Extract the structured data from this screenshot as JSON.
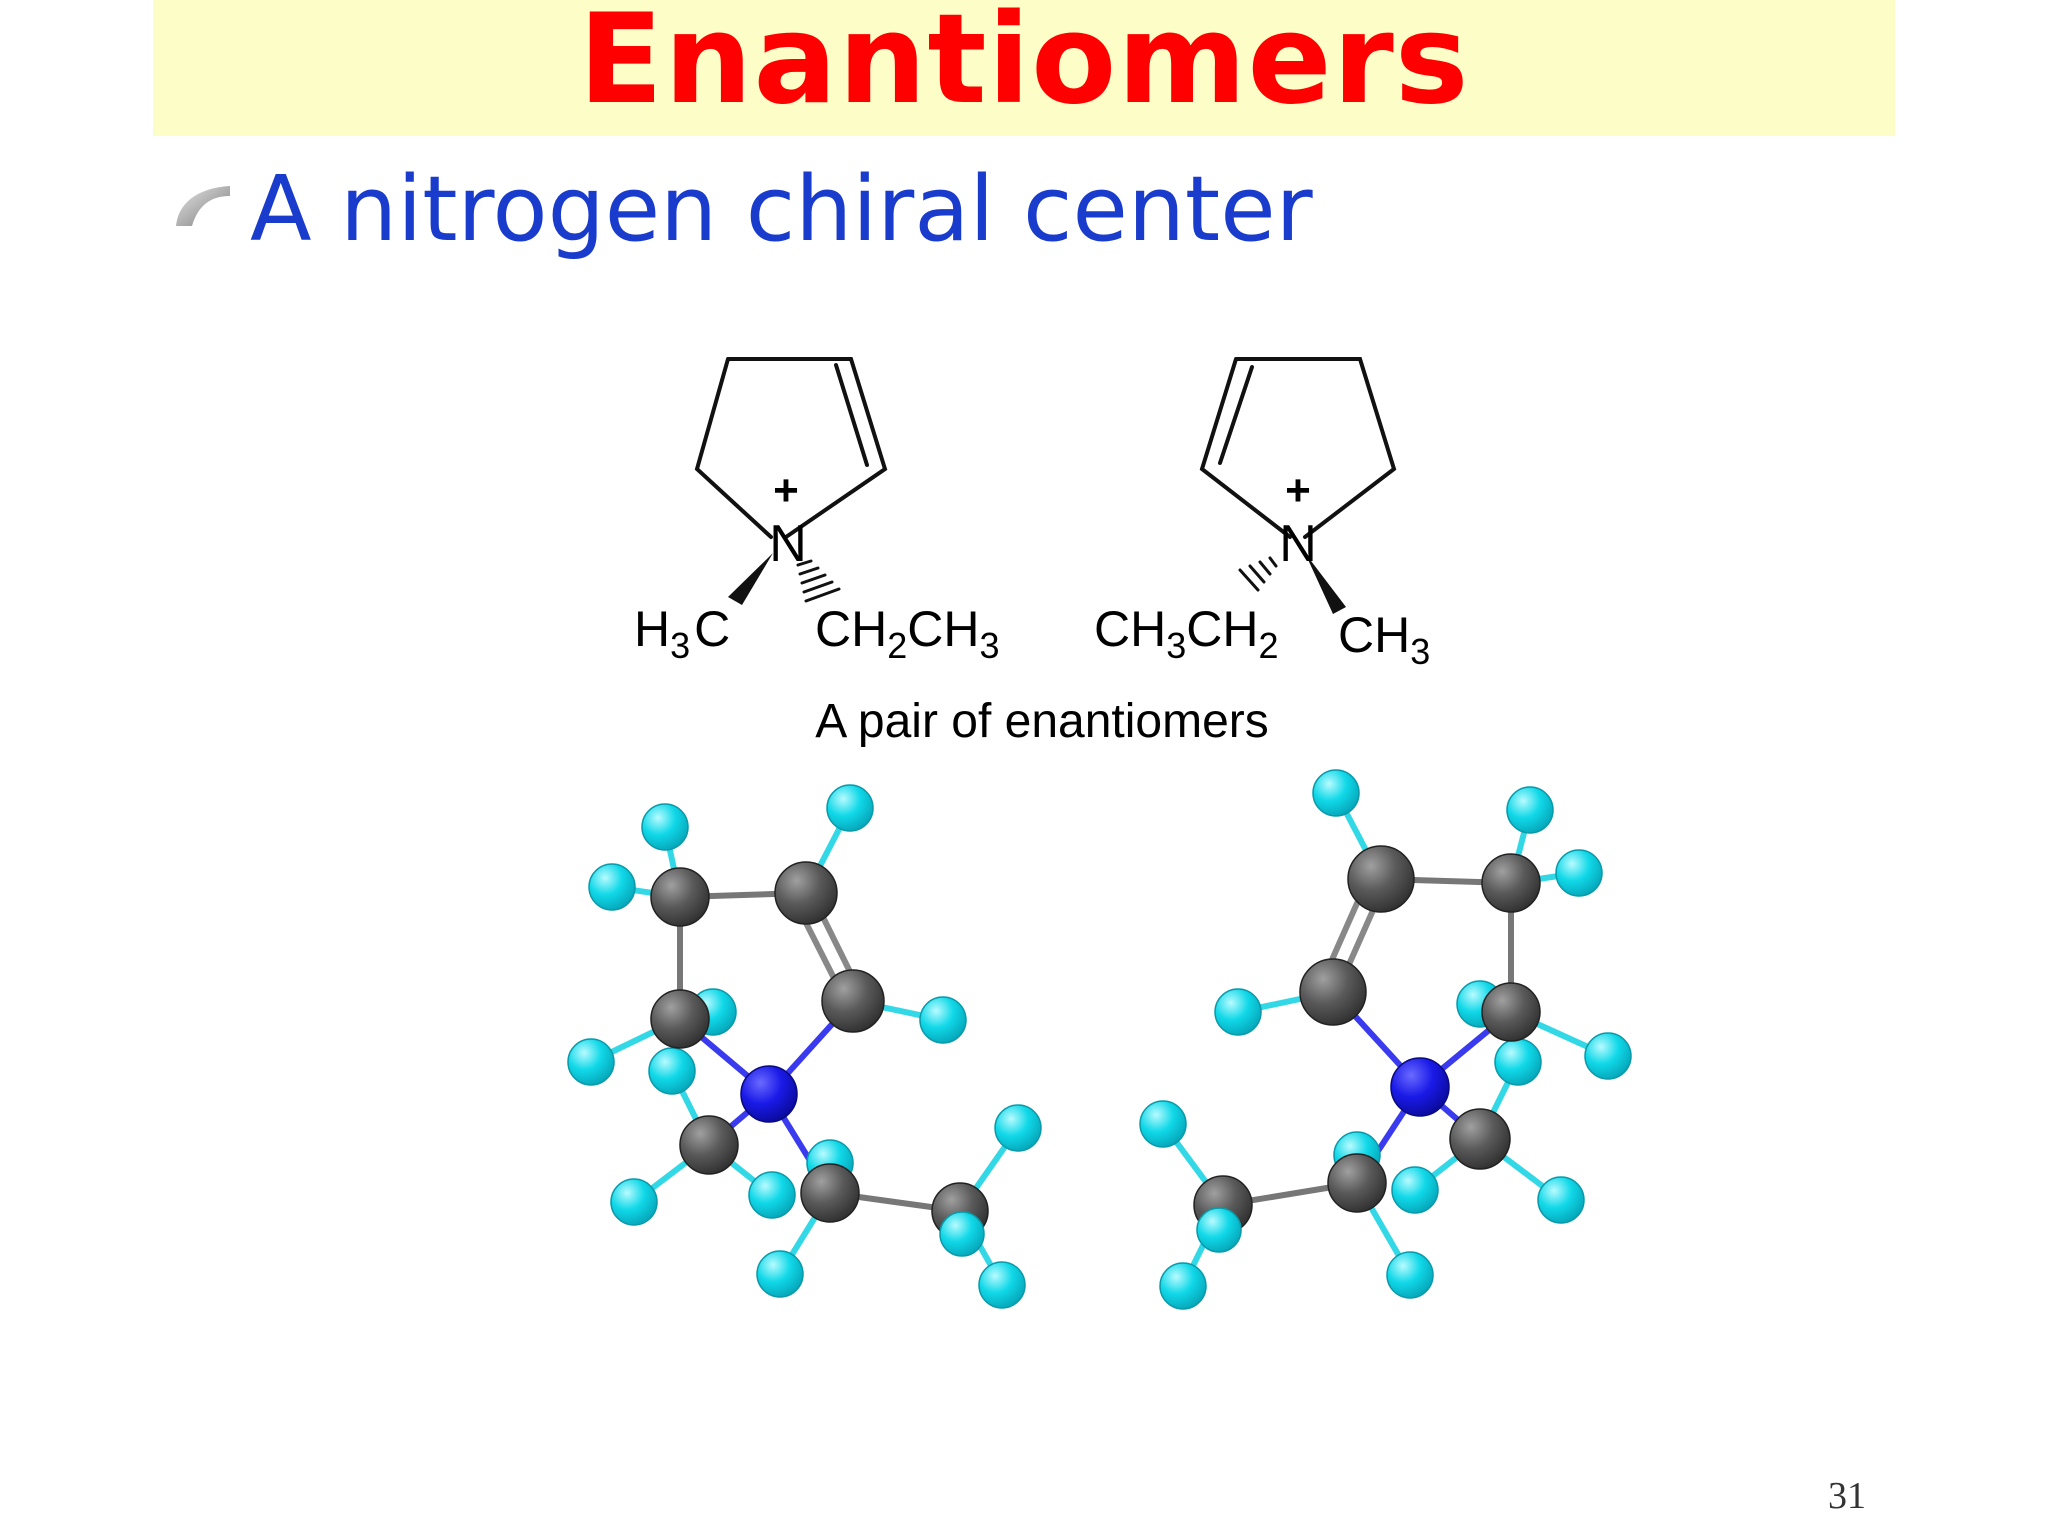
{
  "slide": {
    "title": "Enantiomers",
    "bullet": "A nitrogen chiral center",
    "caption": "A pair of enantiomers",
    "page_number": "31",
    "bullet_icon": "brush-stroke-bullet-icon"
  },
  "colors": {
    "title": "#ff0000",
    "title_background": "#fdfdc8",
    "bullet_text": "#1a3ccc",
    "carbon": "#555555",
    "hydrogen": "#00d9e6",
    "nitrogen": "#1a1aff"
  },
  "structures": {
    "left": {
      "charge": "+",
      "atom": "N",
      "sub_left": {
        "pre": "H",
        "sub": "3",
        "post": "C"
      },
      "sub_right": {
        "a": "CH",
        "a_sub": "2",
        "b": "CH",
        "b_sub": "3"
      }
    },
    "right": {
      "charge": "+",
      "atom": "N",
      "sub_left": {
        "a": "CH",
        "a_sub": "3",
        "b": "CH",
        "b_sub": "2"
      },
      "sub_right": {
        "a": "CH",
        "a_sub": "3"
      }
    }
  }
}
